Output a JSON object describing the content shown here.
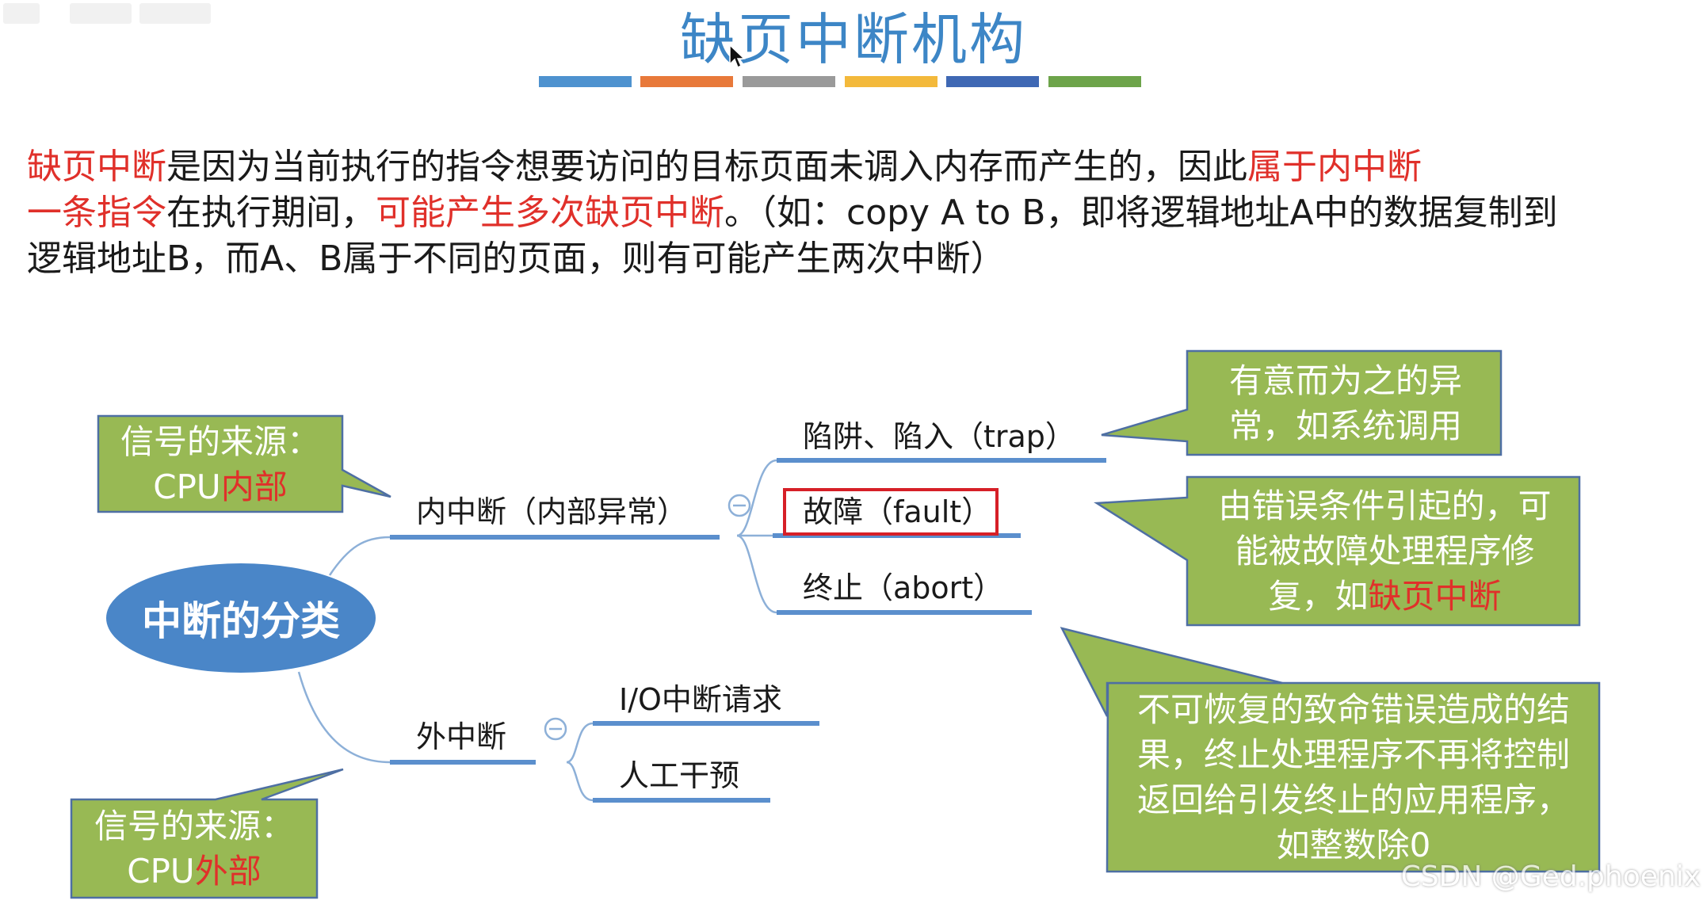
{
  "slide": {
    "title": "缺页中断机构",
    "title_stripe_colors": [
      "#4e92cf",
      "#e8793a",
      "#9a9a9a",
      "#f3b93b",
      "#3f68b4",
      "#6da44a"
    ]
  },
  "intro": {
    "line1": {
      "em1": "缺页中断",
      "mid": "是因为当前执行的指令想要访问的目标页面未调入内存而产生的，因此",
      "em2": "属于内中断"
    },
    "line2": {
      "em1": "一条指令",
      "mid": "在执行期间，",
      "em2": "可能产生多次缺页中断",
      "rest": "。（如：copy A to B，即将逻辑地址A中的数据复制到"
    },
    "line3": "逻辑地址B，而A、B属于不同的页面，则有可能产生两次中断）"
  },
  "mindmap": {
    "root": "中断的分类",
    "internal": {
      "label": "内中断（内部异常）",
      "collapse_icon": "minus-circle-icon",
      "children": [
        "陷阱、陷入（trap）",
        "故障（fault）",
        "终止（abort）"
      ],
      "highlighted_child": "故障（fault）"
    },
    "external": {
      "label": "外中断",
      "collapse_icon": "minus-circle-icon",
      "children": [
        "I/O中断请求",
        "人工干预"
      ]
    }
  },
  "callouts": {
    "source_internal": {
      "prefix": "信号的来源：",
      "cpu": "CPU",
      "em": "内部"
    },
    "source_external": {
      "prefix": "信号的来源：",
      "cpu": "CPU",
      "em": "外部"
    },
    "trap_note": "有意而为之的异常，如系统调用",
    "fault_note": {
      "before": "由错误条件引起的，可能被故障处理程序修复，如",
      "em": "缺页中断"
    },
    "abort_note": "不可恢复的致命错误造成的结果，终止处理程序不再将控制返回给引发终止的应用程序，如整数除0"
  },
  "colors": {
    "callout_fill": "#98b954",
    "callout_border": "#4e6fa3",
    "branch_line": "#5b8fcd",
    "connector": "#8db0d8",
    "root_fill": "#4a86c8",
    "emphasis": "#e0302a",
    "fault_box": "#d61f27"
  },
  "watermark": "CSDN @Ged.phoenix"
}
